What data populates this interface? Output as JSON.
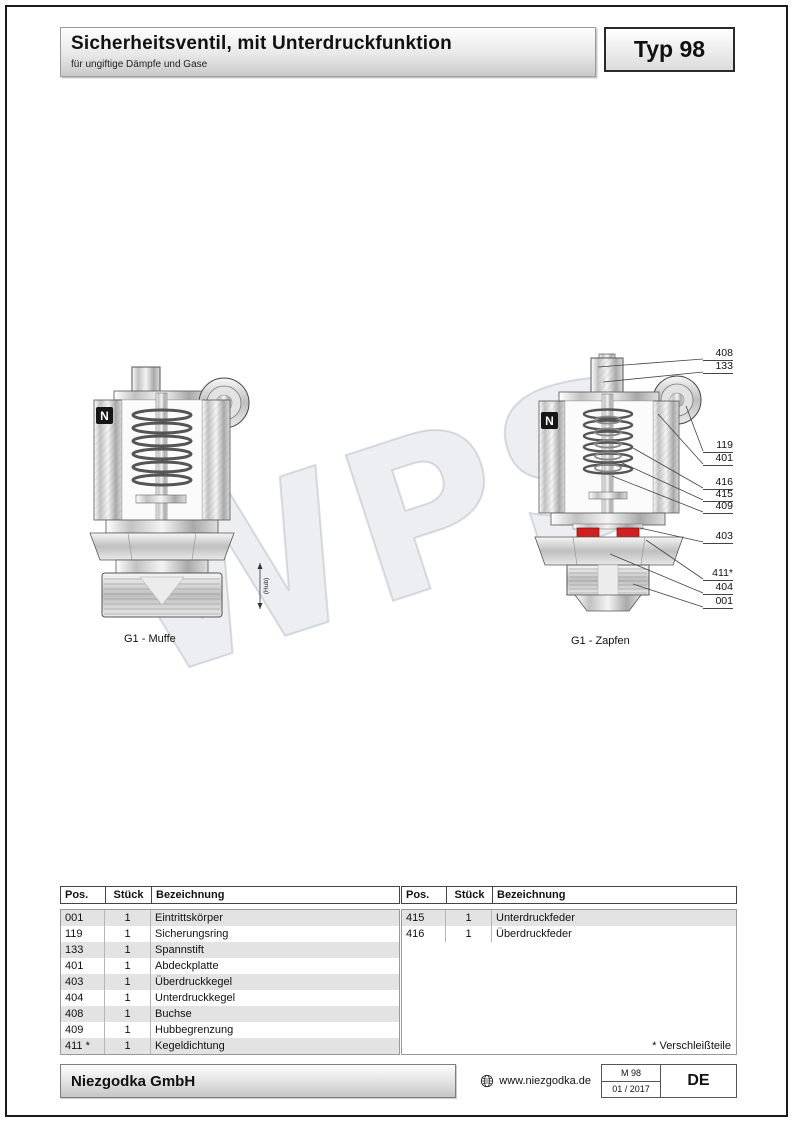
{
  "header": {
    "title": "Sicherheitsventil, mit Unterdruckfunktion",
    "subtitle": "für ungiftige Dämpfe und Gase",
    "type_label": "Typ 98"
  },
  "watermark": "WPS",
  "figures": {
    "left_caption": "G1 - Muffe",
    "right_caption": "G1 - Zapfen",
    "dim_label": "(Hub)",
    "logo_letter": "N",
    "callouts": [
      "408",
      "133",
      "119",
      "401",
      "416",
      "415",
      "409",
      "403",
      "411*",
      "404",
      "001"
    ]
  },
  "parts_table": {
    "headers": {
      "pos": "Pos.",
      "qty": "Stück",
      "name": "Bezeichnung"
    },
    "left_rows": [
      {
        "pos": "001",
        "qty": "1",
        "name": "Eintrittskörper"
      },
      {
        "pos": "119",
        "qty": "1",
        "name": "Sicherungsring"
      },
      {
        "pos": "133",
        "qty": "1",
        "name": "Spannstift"
      },
      {
        "pos": "401",
        "qty": "1",
        "name": "Abdeckplatte"
      },
      {
        "pos": "403",
        "qty": "1",
        "name": "Überdruckkegel"
      },
      {
        "pos": "404",
        "qty": "1",
        "name": "Unterdruckkegel"
      },
      {
        "pos": "408",
        "qty": "1",
        "name": "Buchse"
      },
      {
        "pos": "409",
        "qty": "1",
        "name": "Hubbegrenzung"
      },
      {
        "pos": "411 *",
        "qty": "1",
        "name": "Kegeldichtung"
      }
    ],
    "right_rows": [
      {
        "pos": "415",
        "qty": "1",
        "name": "Unterdruckfeder"
      },
      {
        "pos": "416",
        "qty": "1",
        "name": "Überdruckfeder"
      }
    ],
    "footnote": "* Verschleißteile"
  },
  "footer": {
    "company": "Niezgodka GmbH",
    "website": "www.niezgodka.de",
    "doc_code": "M 98",
    "doc_date": "01 / 2017",
    "language": "DE"
  }
}
